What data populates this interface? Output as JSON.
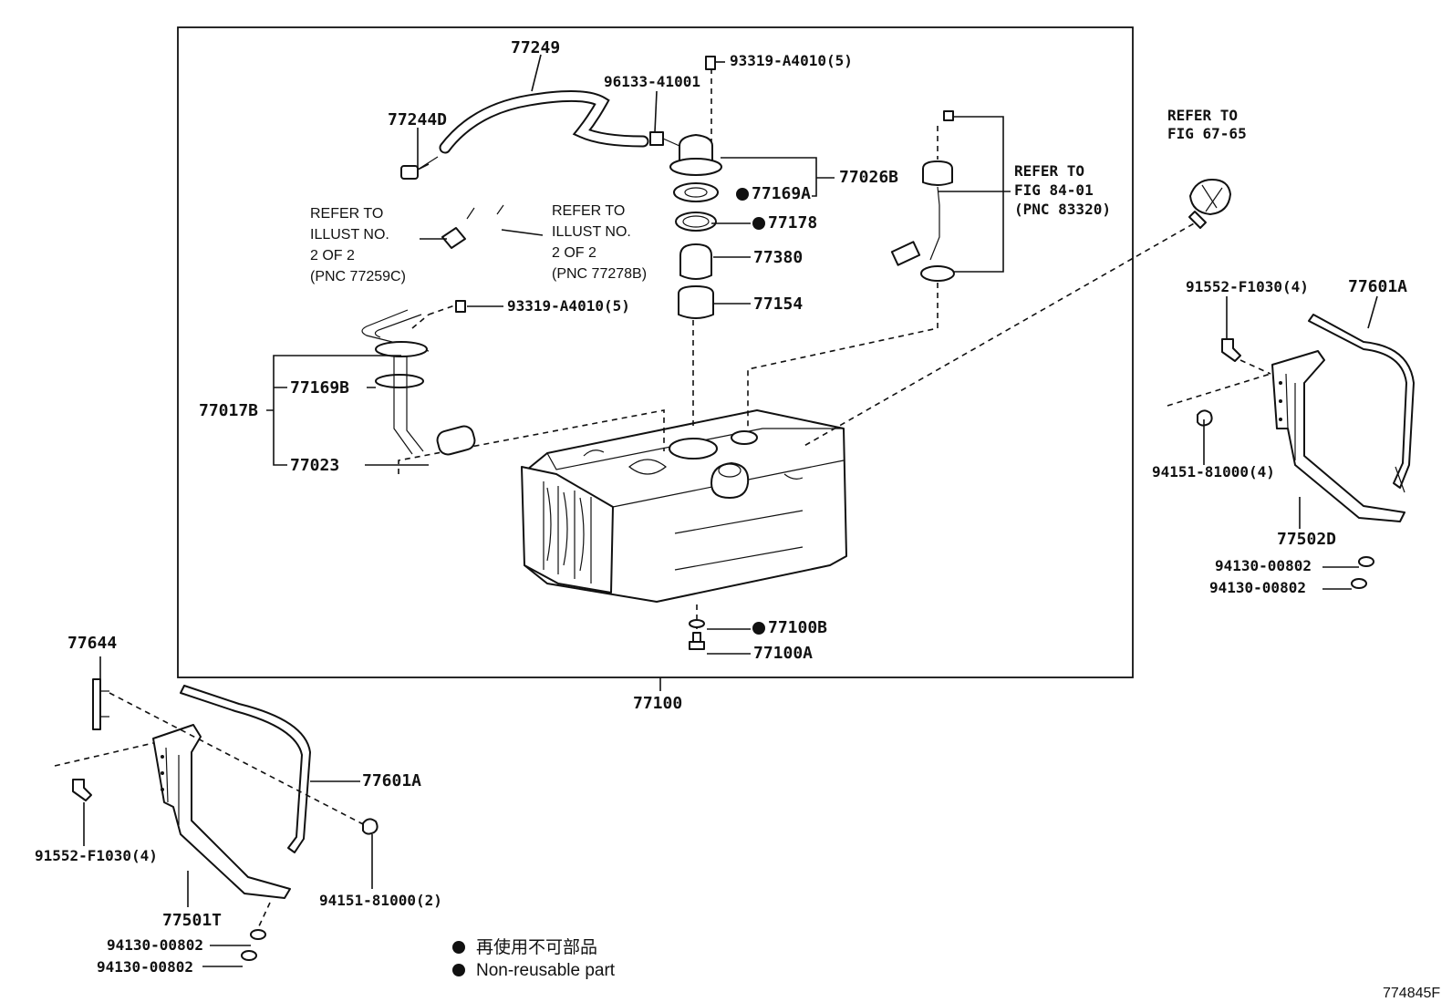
{
  "labels": {
    "p77249": "77249",
    "p77244D": "77244D",
    "p96133": "96133-41001",
    "p93319_top": "93319-A4010(5)",
    "p77026B": "77026B",
    "p77169A": "77169A",
    "p77178": "77178",
    "p77380": "77380",
    "p77154": "77154",
    "p93319_mid": "93319-A4010(5)",
    "p77017B": "77017B",
    "p77169B": "77169B",
    "p77023": "77023",
    "p77100B": "77100B",
    "p77100A": "77100A",
    "p77100": "77100",
    "p91552_r": "91552-F1030(4)",
    "p77601A_r": "77601A",
    "p94151_r": "94151-81000(4)",
    "p77502D": "77502D",
    "p94130_r1": "94130-00802",
    "p94130_r2": "94130-00802",
    "p77644": "77644",
    "p77601A_l": "77601A",
    "p91552_l": "91552-F1030(4)",
    "p94151_l": "94151-81000(2)",
    "p77501T": "77501T",
    "p94130_l1": "94130-00802",
    "p94130_l2": "94130-00802"
  },
  "refs": {
    "illust_a": [
      "REFER TO",
      "ILLUST NO.",
      "2 OF 2",
      "(PNC 77259C)"
    ],
    "illust_b": [
      "REFER TO",
      "ILLUST NO.",
      "2 OF 2",
      "(PNC 77278B)"
    ],
    "fig84": [
      "REFER TO",
      "FIG 84-01",
      "(PNC 83320)"
    ],
    "fig67": [
      "REFER TO",
      "FIG 67-65"
    ]
  },
  "legend": {
    "jp": "再使用不可部品",
    "en": "Non-reusable part"
  },
  "figure_id": "774845F"
}
